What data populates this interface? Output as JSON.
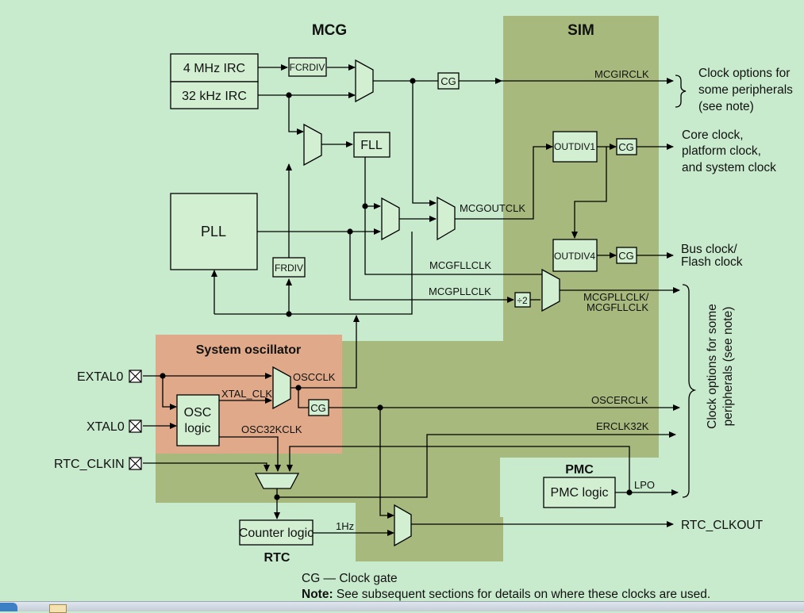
{
  "sections": {
    "mcg": "MCG",
    "sim": "SIM",
    "system_oscillator": "System oscillator",
    "pmc": "PMC",
    "rtc": "RTC"
  },
  "blocks": {
    "irc4m": "4 MHz IRC",
    "irc32k": "32 kHz IRC",
    "fcrdiv": "FCRDIV",
    "fll": "FLL",
    "pll": "PLL",
    "frdiv": "FRDIV",
    "outdiv1": "OUTDIV1",
    "outdiv4": "OUTDIV4",
    "div2": "÷2",
    "osc_logic_line1": "OSC",
    "osc_logic_line2": "logic",
    "pmc_logic": "PMC logic",
    "counter_logic": "Counter logic",
    "cg": "CG"
  },
  "signals": {
    "mcgirclk": "MCGIRCLK",
    "mcgoutclk": "MCGOUTCLK",
    "mcgfllclk": "MCGFLLCLK",
    "mcgpllclk": "MCGPLLCLK",
    "mcgpll_fll_line1": "MCGPLLCLK/",
    "mcgpll_fll_line2": "MCGFLLCLK",
    "oscclk": "OSCCLK",
    "xtal_clk": "XTAL_CLK",
    "osc32kclk": "OSC32KCLK",
    "oscerclk": "OSCERCLK",
    "erclk32k": "ERCLK32K",
    "lpo": "LPO",
    "one_hz": "1Hz"
  },
  "pins": {
    "extal0": "EXTAL0",
    "xtal0": "XTAL0",
    "rtc_clkin": "RTC_CLKIN"
  },
  "outputs": {
    "clock_opts_line1": "Clock options for",
    "clock_opts_line2": "some peripherals",
    "clock_opts_line3": "(see note)",
    "core_line1": "Core clock,",
    "core_line2": "platform clock,",
    "core_line3": "and system clock",
    "bus_line1": "Bus clock/",
    "bus_line2": "Flash clock",
    "vertical_line1": "Clock options for some",
    "vertical_line2": "peripherals (see note)",
    "rtc_clkout": "RTC_CLKOUT"
  },
  "footer": {
    "legend": "CG — Clock gate",
    "note_label": "Note:",
    "note_text": " See subsequent sections for details on where these clocks are used."
  },
  "colors": {
    "background": "#c9ebcd",
    "mcg_region": "#c9ebcd",
    "sim_region": "#a7b97d",
    "oscillator_region": "#e0aa8a",
    "block_fill": "#d2efd2"
  }
}
